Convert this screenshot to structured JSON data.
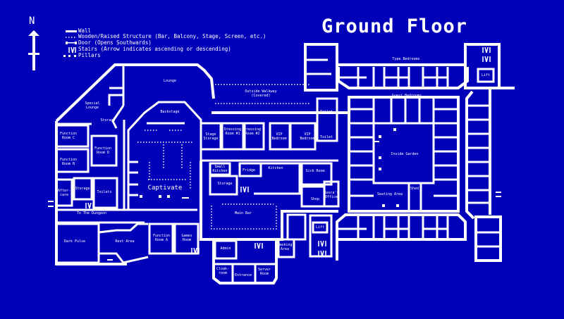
{
  "title": "Ground Floor",
  "compass": {
    "label": "N",
    "icon": "north-arrow-icon"
  },
  "legend": [
    {
      "icon": "wall-icon",
      "label": "Wall"
    },
    {
      "icon": "dotted-line-icon",
      "label": "Wooden/Raised Structure (Bar, Balcony, Stage, Screen, etc.)"
    },
    {
      "icon": "door-icon",
      "label": "Door (Opens Southwards)"
    },
    {
      "icon": "stairs-icon",
      "label": "Stairs (Arrow indicates ascending or descending)"
    },
    {
      "icon": "pillar-icon",
      "label": "Pillars"
    }
  ],
  "colors": {
    "background": "#0000b8",
    "lines": "#ffffff"
  },
  "rooms": {
    "lounge": "Lounge",
    "outside_walkway": "Outside Walkway\n(Covered)",
    "special_lounge": "Special\nLounge",
    "storage_nw": "Storage",
    "backstage": "Backstage",
    "function_c": "Function\nRoom C",
    "function_d": "Function\nRoom D",
    "function_b": "Function\nRoom B",
    "aftercare": "After-\ncare",
    "storage_w": "Storage",
    "toilets": "Toilets",
    "captivate": "Captivate",
    "dungeon": "To The Dungeon",
    "dark_pulse": "Dark Pulse",
    "rest_area": "Rest Area",
    "function_a": "Function\nRoom A",
    "games_room": "Games\nRoom",
    "stage_storage": "Stage\nStorage",
    "dressing_1": "Dressing\nRoom #1",
    "dressing_2": "Dressing\nRoom #2",
    "vip_1": "VIP\nBedroom",
    "vip_2": "VIP\nBedroom",
    "toilet_1": "Toilet",
    "toilet_2": "Toilet",
    "small_kitchen": "Small\nKitchen",
    "fridge": "Fridge",
    "kitchen": "Kitchen",
    "storage_k": "Storage",
    "sick_room": "Sick Room",
    "shop": "Shop",
    "booras_office": "Boora's\nOffice",
    "main_bar": "Main Bar",
    "admin": "Admin",
    "cloakroom": "Cloak-\nroom",
    "entrance": "Entrance",
    "server_room": "Server\nRoom",
    "smoking_area": "Smoking\nArea",
    "lift_1": "Lift",
    "lift_2": "Lift",
    "type_bedrooms": "Type Bedrooms",
    "guest_bedrooms": "Guest Bedrooms",
    "inside_garden": "Inside Garden",
    "seating_area": "Seating Area",
    "shed": "Shed"
  }
}
